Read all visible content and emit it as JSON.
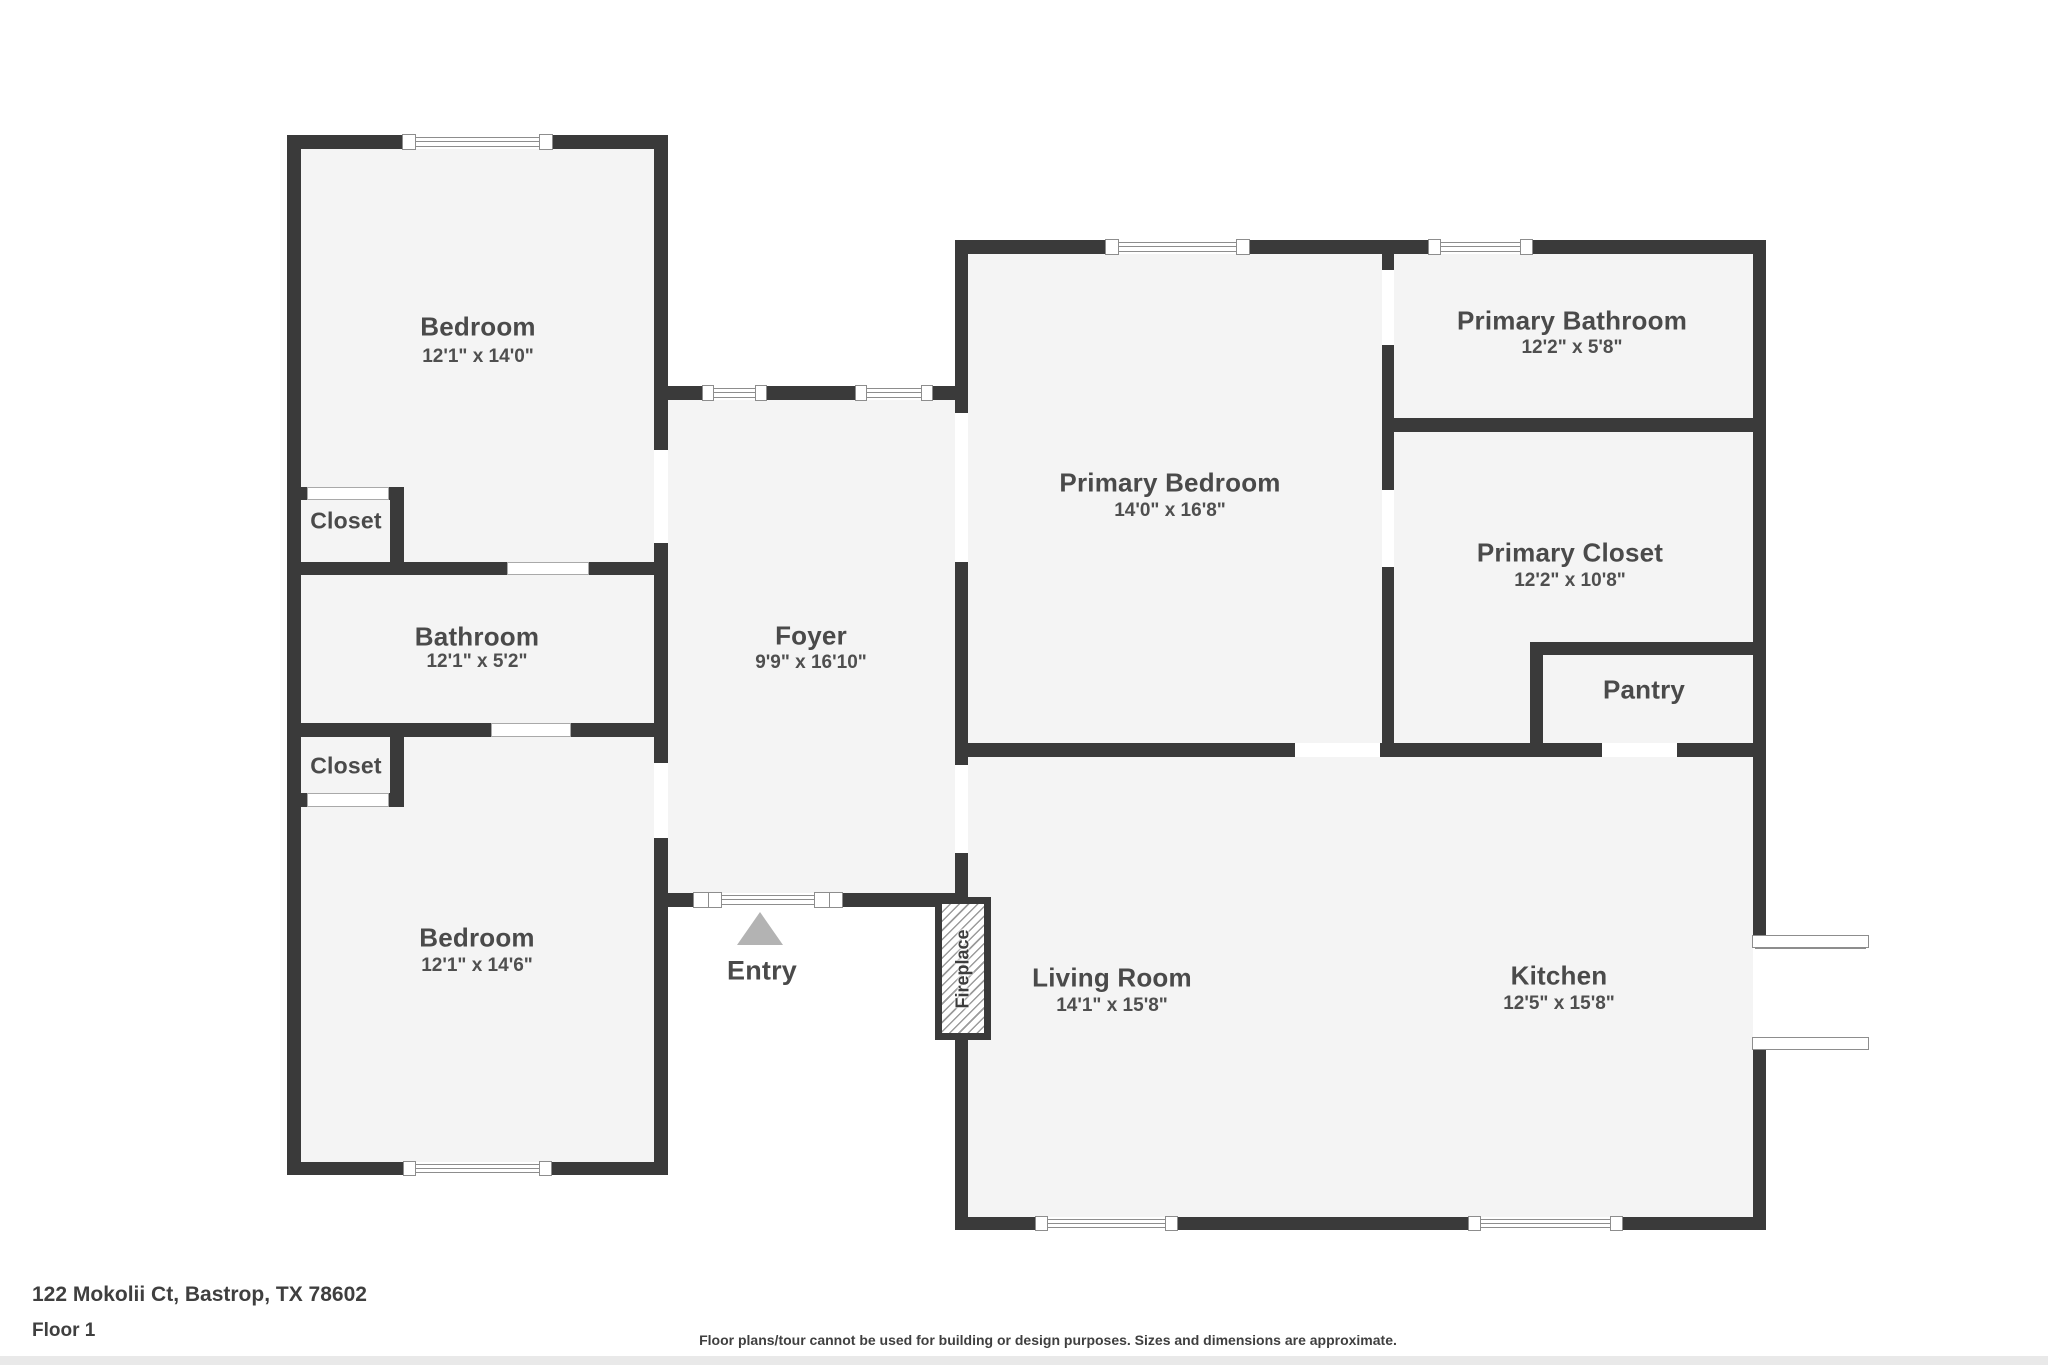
{
  "title": "Floor plan - Floor 1",
  "colors": {
    "wall": "#3a3a3a",
    "floor_fill": "#f4f4f4",
    "background": "#ffffff",
    "window_frame": "#8d8d8d",
    "label_text": "#4a4a4a",
    "entry_arrow": "#b3b3b3"
  },
  "rooms": {
    "bedroom_1": {
      "name": "Bedroom",
      "dims": "12'1\" x 14'0\""
    },
    "closet_1": {
      "name": "Closet"
    },
    "bathroom": {
      "name": "Bathroom",
      "dims": "12'1\" x 5'2\""
    },
    "closet_2": {
      "name": "Closet"
    },
    "bedroom_2": {
      "name": "Bedroom",
      "dims": "12'1\" x 14'6\""
    },
    "foyer": {
      "name": "Foyer",
      "dims": "9'9\" x 16'10\""
    },
    "entry": {
      "name": "Entry"
    },
    "primary_bedroom": {
      "name": "Primary Bedroom",
      "dims": "14'0\" x 16'8\""
    },
    "primary_bathroom": {
      "name": "Primary Bathroom",
      "dims": "12'2\" x 5'8\""
    },
    "primary_closet": {
      "name": "Primary Closet",
      "dims": "12'2\" x 10'8\""
    },
    "pantry": {
      "name": "Pantry"
    },
    "living_room": {
      "name": "Living Room",
      "dims": "14'1\" x 15'8\""
    },
    "kitchen": {
      "name": "Kitchen",
      "dims": "12'5\" x 15'8\""
    },
    "fireplace": {
      "name": "Fireplace"
    }
  },
  "footer": {
    "address": "122 Mokolii Ct, Bastrop, TX 78602",
    "floor_label": "Floor 1",
    "disclaimer": "Floor plans/tour cannot be used for building or design purposes. Sizes and dimensions are approximate."
  }
}
